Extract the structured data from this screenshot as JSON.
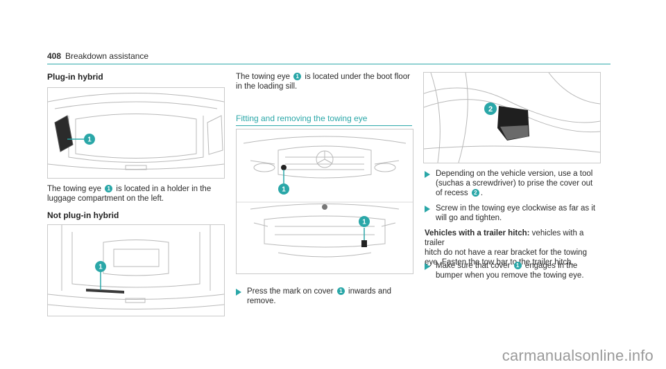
{
  "header": {
    "page_number": "408",
    "title": "Breakdown assistance"
  },
  "col1": {
    "heading1": "Plug-in hybrid",
    "para1_a": "The towing eye",
    "para1_badge": "1",
    "para1_b": "is located in a holder in the",
    "para1_c": "luggage compartment on the left.",
    "heading2": "Not plug-in hybrid",
    "fig1_callout": "1",
    "fig2_callout": "1"
  },
  "col2": {
    "para1_a": "The towing eye",
    "para1_badge": "1",
    "para1_b": "is located under the boot floor",
    "para1_c": "in the loading sill.",
    "subheading": "Fitting and removing the towing eye",
    "fig_callout_top": "1",
    "fig_callout_bottom": "1",
    "step1_a": "Press the mark on cover",
    "step1_badge": "1",
    "step1_b": "inwards and",
    "step1_c": "remove."
  },
  "col3": {
    "fig_callout": "2",
    "step1_a": "Depending on the vehicle version, use a tool",
    "step1_b": "(suchas a screwdriver) to prise the cover out",
    "step1_c": "of recess",
    "step1_badge": "2",
    "step2_a": "Screw in the towing eye clockwise as far as it",
    "step2_b": "will go and tighten.",
    "note_bold": "Vehicles with a trailer hitch:",
    "note_a": "vehicles with a trailer",
    "note_b": "hitch do not have a rear bracket for the towing",
    "note_c": "eye. Fasten the tow bar to the trailer hitch.",
    "step3_a": "Make sure that cover",
    "step3_badge": "1",
    "step3_b": "engages in the",
    "step3_c": "bumper when you remove the towing eye."
  },
  "watermark": "carmanualsonline.info",
  "colors": {
    "accent": "#2aa7a8",
    "text": "#2a2a2a",
    "line": "#c9c9c9"
  }
}
